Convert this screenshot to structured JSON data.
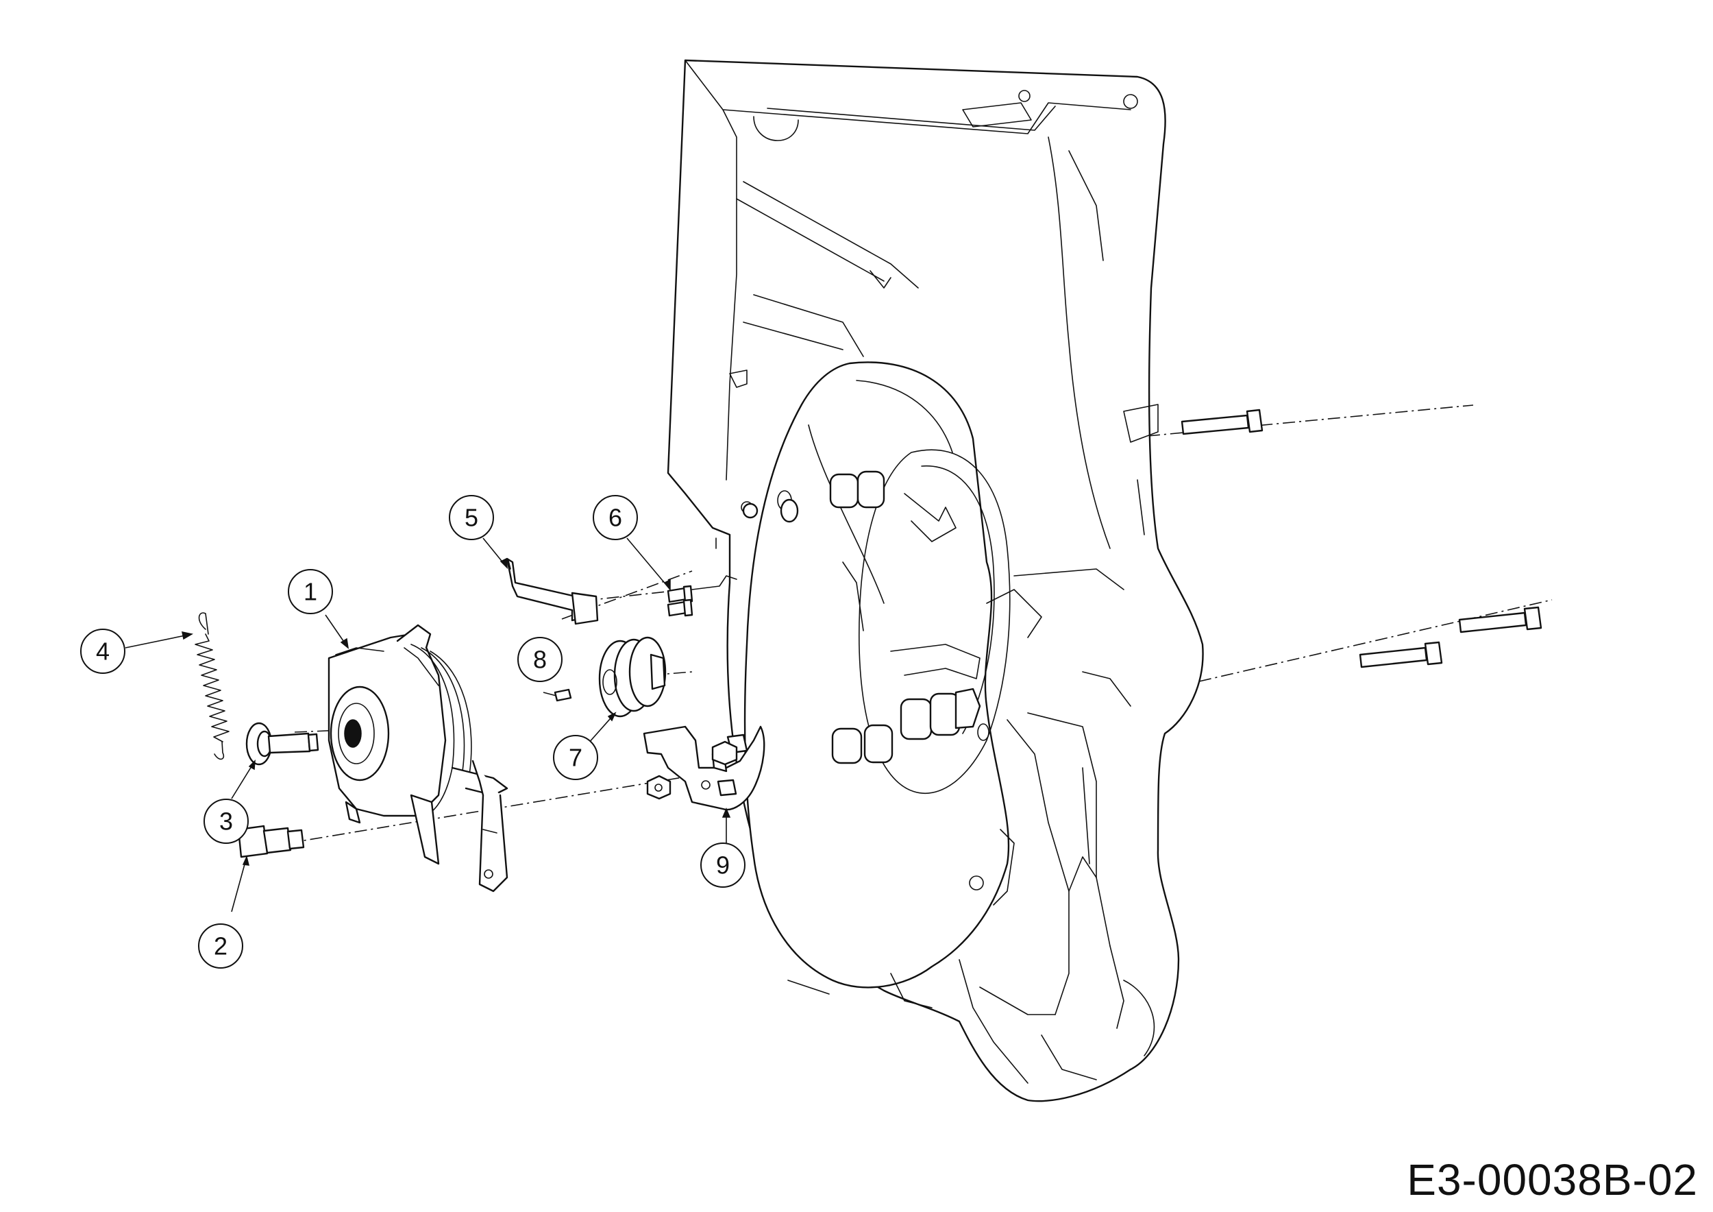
{
  "diagram": {
    "figure_code": "E3-00038B-02",
    "callouts": [
      {
        "id": "1",
        "label": "1"
      },
      {
        "id": "2",
        "label": "2"
      },
      {
        "id": "3",
        "label": "3"
      },
      {
        "id": "4",
        "label": "4"
      },
      {
        "id": "5",
        "label": "5"
      },
      {
        "id": "6",
        "label": "6"
      },
      {
        "id": "7",
        "label": "7"
      },
      {
        "id": "8",
        "label": "8"
      },
      {
        "id": "9",
        "label": "9"
      }
    ]
  }
}
